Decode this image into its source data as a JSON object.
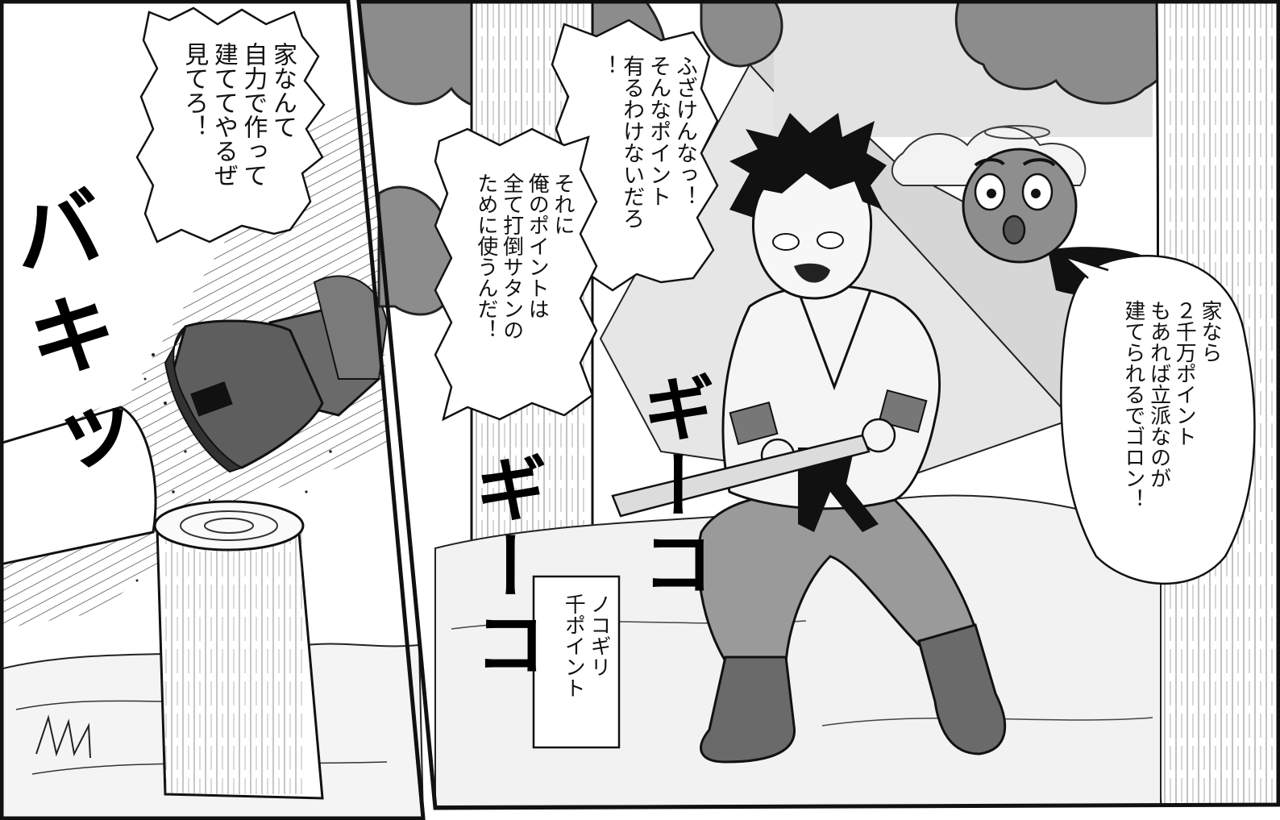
{
  "panels": {
    "left": {
      "speech": "家なんて\n自力で作って\n建ててやるぜ\n見てろ！",
      "sfx": "バキッ"
    },
    "right": {
      "speech_top": "ふざけんなっ！\nそんなポイント\n有るわけないだろ\n！",
      "speech_mid": "それに\n俺のポイントは\n全て打倒サタンの\nために使うんだ！",
      "speech_right": "家なら\n２千万ポイント\nもあれば立派なのが\n建てられるでゴロン！",
      "caption": "ノコギリ\n千ポイント",
      "sfx_1": "ギーコ",
      "sfx_2": "ギーコ"
    }
  }
}
